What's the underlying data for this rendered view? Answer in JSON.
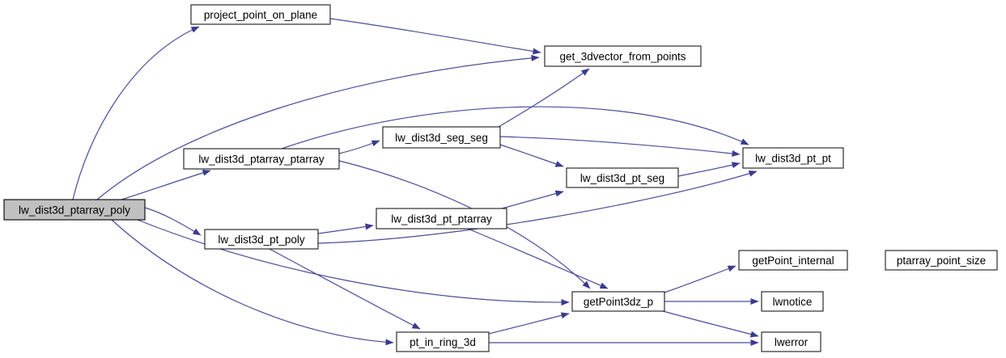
{
  "diagram": {
    "type": "call-graph",
    "root_function": "lw_dist3d_ptarray_poly",
    "colors": {
      "background": "#ffffff",
      "edge": "#4b4b9b",
      "node_fill": "#ffffff",
      "node_border": "#1a1a1a",
      "highlight_fill": "#c0c0c0",
      "text": "#000000"
    },
    "nodes": {
      "ptarray_poly": {
        "label": "lw_dist3d_ptarray_poly",
        "highlighted": true
      },
      "project": {
        "label": "project_point_on_plane",
        "highlighted": false
      },
      "get3dv": {
        "label": "get_3dvector_from_points",
        "highlighted": false
      },
      "ptarray_ptarray": {
        "label": "lw_dist3d_ptarray_ptarray",
        "highlighted": false
      },
      "seg_seg": {
        "label": "lw_dist3d_seg_seg",
        "highlighted": false
      },
      "pt_seg": {
        "label": "lw_dist3d_pt_seg",
        "highlighted": false
      },
      "pt_pt": {
        "label": "lw_dist3d_pt_pt",
        "highlighted": false
      },
      "pt_ptarray": {
        "label": "lw_dist3d_pt_ptarray",
        "highlighted": false
      },
      "pt_poly": {
        "label": "lw_dist3d_pt_poly",
        "highlighted": false
      },
      "pt_in_ring_3d": {
        "label": "pt_in_ring_3d",
        "highlighted": false
      },
      "getPoint3dz_p": {
        "label": "getPoint3dz_p",
        "highlighted": false
      },
      "getPoint_internal": {
        "label": "getPoint_internal",
        "highlighted": false
      },
      "ptarray_point_size": {
        "label": "ptarray_point_size",
        "highlighted": false
      },
      "lwnotice": {
        "label": "lwnotice",
        "highlighted": false
      },
      "lwerror": {
        "label": "lwerror",
        "highlighted": false
      }
    },
    "edges": [
      {
        "from": "lw_dist3d_ptarray_poly",
        "to": "project_point_on_plane"
      },
      {
        "from": "lw_dist3d_ptarray_poly",
        "to": "get_3dvector_from_points"
      },
      {
        "from": "lw_dist3d_ptarray_poly",
        "to": "lw_dist3d_ptarray_ptarray"
      },
      {
        "from": "lw_dist3d_ptarray_poly",
        "to": "lw_dist3d_pt_poly"
      },
      {
        "from": "lw_dist3d_ptarray_poly",
        "to": "getPoint3dz_p"
      },
      {
        "from": "lw_dist3d_ptarray_poly",
        "to": "pt_in_ring_3d"
      },
      {
        "from": "project_point_on_plane",
        "to": "get_3dvector_from_points"
      },
      {
        "from": "lw_dist3d_ptarray_ptarray",
        "to": "lw_dist3d_seg_seg"
      },
      {
        "from": "lw_dist3d_ptarray_ptarray",
        "to": "lw_dist3d_pt_pt"
      },
      {
        "from": "lw_dist3d_ptarray_ptarray",
        "to": "getPoint3dz_p"
      },
      {
        "from": "lw_dist3d_seg_seg",
        "to": "get_3dvector_from_points"
      },
      {
        "from": "lw_dist3d_seg_seg",
        "to": "lw_dist3d_pt_seg"
      },
      {
        "from": "lw_dist3d_seg_seg",
        "to": "lw_dist3d_pt_pt"
      },
      {
        "from": "lw_dist3d_pt_seg",
        "to": "lw_dist3d_pt_pt"
      },
      {
        "from": "lw_dist3d_pt_poly",
        "to": "lw_dist3d_pt_ptarray"
      },
      {
        "from": "lw_dist3d_pt_poly",
        "to": "pt_in_ring_3d"
      },
      {
        "from": "lw_dist3d_pt_poly",
        "to": "lw_dist3d_pt_pt"
      },
      {
        "from": "lw_dist3d_pt_ptarray",
        "to": "lw_dist3d_pt_seg"
      },
      {
        "from": "lw_dist3d_pt_ptarray",
        "to": "getPoint3dz_p"
      },
      {
        "from": "pt_in_ring_3d",
        "to": "getPoint3dz_p"
      },
      {
        "from": "pt_in_ring_3d",
        "to": "lwerror"
      },
      {
        "from": "getPoint3dz_p",
        "to": "getPoint_internal"
      },
      {
        "from": "getPoint3dz_p",
        "to": "lwnotice"
      },
      {
        "from": "getPoint3dz_p",
        "to": "lwerror"
      },
      {
        "from": "getPoint_internal",
        "to": "ptarray_point_size"
      }
    ]
  }
}
